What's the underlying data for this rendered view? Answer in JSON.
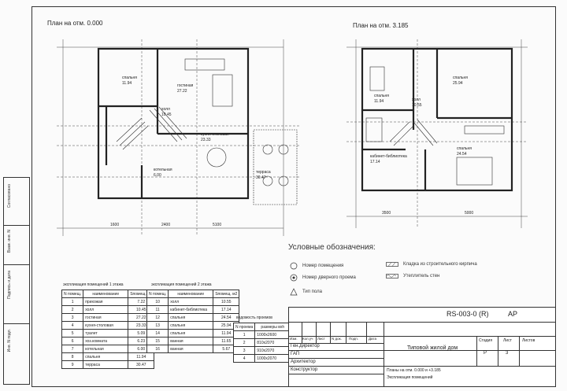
{
  "plans": {
    "floor1_title": "План на отм. 0.000",
    "floor2_title": "План на отм. 3.185"
  },
  "floor1_rooms": [
    {
      "label": "спальня",
      "area": "11.94"
    },
    {
      "label": "гостиная",
      "area": "27.22"
    },
    {
      "label": "холл",
      "area": "10.45"
    },
    {
      "label": "кухня-столовая",
      "area": "23.33"
    },
    {
      "label": "терраса",
      "area": "30.47"
    },
    {
      "label": "котельная",
      "area": "6.00"
    }
  ],
  "floor2_rooms": [
    {
      "label": "спальня",
      "area": "11.94"
    },
    {
      "label": "спальня",
      "area": "25.94"
    },
    {
      "label": "холл",
      "area": "10.55"
    },
    {
      "label": "спальня",
      "area": "24.54"
    },
    {
      "label": "кабинет-библиотека",
      "area": "17.14"
    }
  ],
  "dims": {
    "d1": "1600",
    "d2": "2400",
    "d3": "5100",
    "d4": "3500",
    "d5": "5000"
  },
  "legend": {
    "title": "Условные обозначения:",
    "items": [
      "Номер помещения",
      "Номер дверного проема",
      "Тип пола",
      "Кладка из строительного кирпича",
      "Утеплитель стен"
    ]
  },
  "table1": {
    "caption": "экспликация помещений 1 этажа",
    "headers": [
      "N помещ.",
      "наименование",
      "Sпомещ. м2"
    ],
    "rows": [
      [
        "1",
        "прихожая",
        "7.22"
      ],
      [
        "2",
        "холл",
        "10.45"
      ],
      [
        "3",
        "гостиная",
        "27.22"
      ],
      [
        "4",
        "кухня-столовая",
        "23.33"
      ],
      [
        "5",
        "туалет",
        "5.09"
      ],
      [
        "6",
        "хоз.комната",
        "6.23"
      ],
      [
        "7",
        "котельная",
        "6.00"
      ],
      [
        "8",
        "спальня",
        "11.94"
      ],
      [
        "9",
        "терраса",
        "30.47"
      ]
    ]
  },
  "table2": {
    "caption": "экспликация помещений 2 этажа",
    "headers": [
      "N помещ.",
      "наименование",
      "Sпомещ. м2"
    ],
    "rows": [
      [
        "10",
        "холл",
        "10.55"
      ],
      [
        "11",
        "кабинет-библиотека",
        "17.14"
      ],
      [
        "12",
        "спальня",
        "24.54"
      ],
      [
        "13",
        "спальня",
        "25.94"
      ],
      [
        "14",
        "спальня",
        "11.94"
      ],
      [
        "15",
        "ванная",
        "11.65"
      ],
      [
        "16",
        "ванная",
        "5.67"
      ]
    ]
  },
  "table3": {
    "caption": "ведомость проемов",
    "headers": [
      "N проема",
      "размеры вхh"
    ],
    "rows": [
      [
        "1",
        "1000x2600"
      ],
      [
        "2",
        "810x2070"
      ],
      [
        "3",
        "910x2070"
      ],
      [
        "4",
        "1000x2070"
      ]
    ]
  },
  "stamp": {
    "code": "RS-003-0 (R)",
    "suffix": "АР",
    "headers": [
      "Изм.",
      "Кол.уч",
      "Лист",
      "N док.",
      "Подп.",
      "Дата"
    ],
    "roles": [
      "Ген.директор",
      "ГАП",
      "Архитектор",
      "Конструктор"
    ],
    "project": "Типовой жилой дом",
    "sheet_heads": [
      "Стадия",
      "Лист",
      "Листов"
    ],
    "stage": "Р",
    "sheet": "3",
    "desc1": "Планы на отм. 0.000 и +3.185",
    "desc2": "Экспликация помещений"
  },
  "margin": {
    "l1": "Согласовано",
    "l2": "Взам. инв. N",
    "l3": "Подпись и дата",
    "l4": "Инв. N подл."
  }
}
